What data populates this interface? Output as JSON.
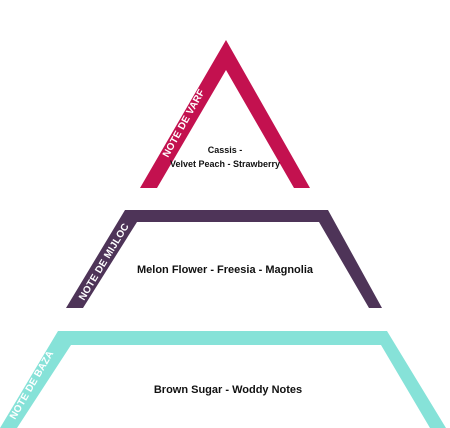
{
  "tiers": {
    "top": {
      "label": "NOTE DE VARF",
      "notes_line1": "Cassis -",
      "notes_line2": "Velvet Peach - Strawberry",
      "color": "#c3114f"
    },
    "middle": {
      "label": "NOTE DE MIJLOC",
      "notes": "Melon Flower - Freesia - Magnolia",
      "color": "#4e3458"
    },
    "base": {
      "label": "NOTE DE BAZA",
      "notes": "Brown Sugar - Woddy Notes",
      "color": "#86e2d8"
    }
  }
}
